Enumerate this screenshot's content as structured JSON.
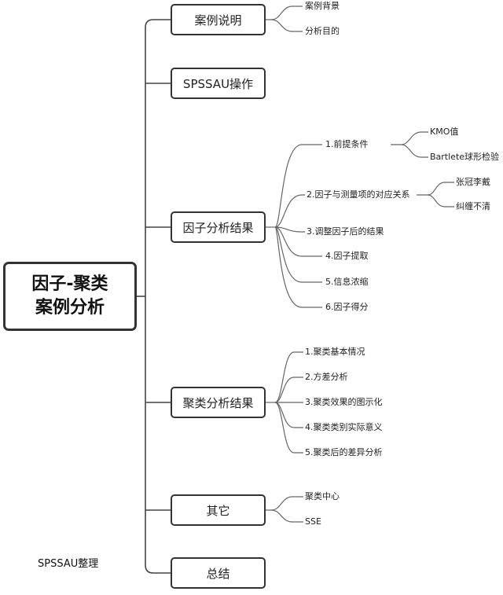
{
  "root": {
    "line1": "因子-聚类",
    "line2": "案例分析"
  },
  "branches": [
    {
      "label": "案例说明",
      "children": [
        "案例背景",
        "分析目的"
      ]
    },
    {
      "label": "SPSSAU操作",
      "children": []
    },
    {
      "label": "因子分析结果",
      "children": [
        {
          "label": "1.前提条件",
          "children": [
            "KMO值",
            "Bartlete球形检验"
          ]
        },
        {
          "label": "2.因子与测量项的对应关系",
          "children": [
            "张冠李戴",
            "纠缠不清"
          ]
        },
        {
          "label": "3.调整因子后的结果"
        },
        {
          "label": "4.因子提取"
        },
        {
          "label": "5.信息浓缩"
        },
        {
          "label": "6.因子得分"
        }
      ]
    },
    {
      "label": "聚类分析结果",
      "children": [
        "1.聚类基本情况",
        "2.方差分析",
        "3.聚类效果的图示化",
        "4.聚类类别实际意义",
        "5.聚类后的差异分析"
      ]
    },
    {
      "label": "其它",
      "children": [
        "聚类中心",
        "SSE"
      ]
    },
    {
      "label": "总结",
      "children": []
    }
  ],
  "footer": "SPSSAU整理"
}
